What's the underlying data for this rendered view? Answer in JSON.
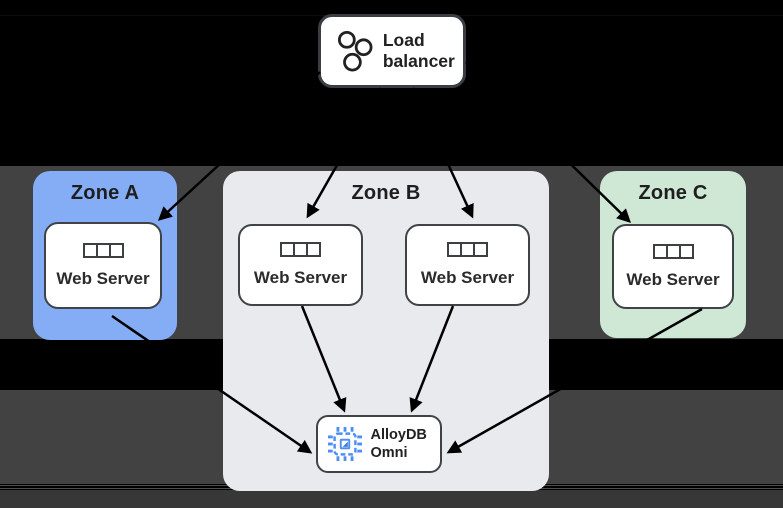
{
  "diagram": {
    "load_balancer": {
      "label": "Load balancer",
      "icon": "load-balancer-circles-icon"
    },
    "zones": [
      {
        "label": "Zone A",
        "color": "#85ADF6",
        "servers": [
          {
            "icon": "server-rack-icon",
            "label": "Web Server"
          }
        ]
      },
      {
        "label": "Zone B",
        "color": "#E8EAED",
        "servers": [
          {
            "icon": "server-rack-icon",
            "label": "Web Server"
          },
          {
            "icon": "server-rack-icon",
            "label": "Web Server"
          }
        ],
        "database": {
          "icon": "chip-icon",
          "label": "AlloyDB Omni",
          "icon_color": "#4D8DF6"
        }
      },
      {
        "label": "Zone C",
        "color": "#CFE8D6",
        "servers": [
          {
            "icon": "server-rack-icon",
            "label": "Web Server"
          }
        ]
      }
    ],
    "connections": [
      "load-balancer -> zone-a-web-server",
      "load-balancer -> zone-b-web-server-1",
      "load-balancer -> zone-b-web-server-2",
      "load-balancer -> zone-c-web-server",
      "zone-a-web-server -> alloydb-omni",
      "zone-b-web-server-1 -> alloydb-omni",
      "zone-b-web-server-2 -> alloydb-omni",
      "zone-c-web-server -> alloydb-omni"
    ],
    "style": {
      "arrow_color": "#000000",
      "node_border_color": "#3F4347",
      "background_color": "#000000",
      "band_color": "#424242"
    }
  }
}
